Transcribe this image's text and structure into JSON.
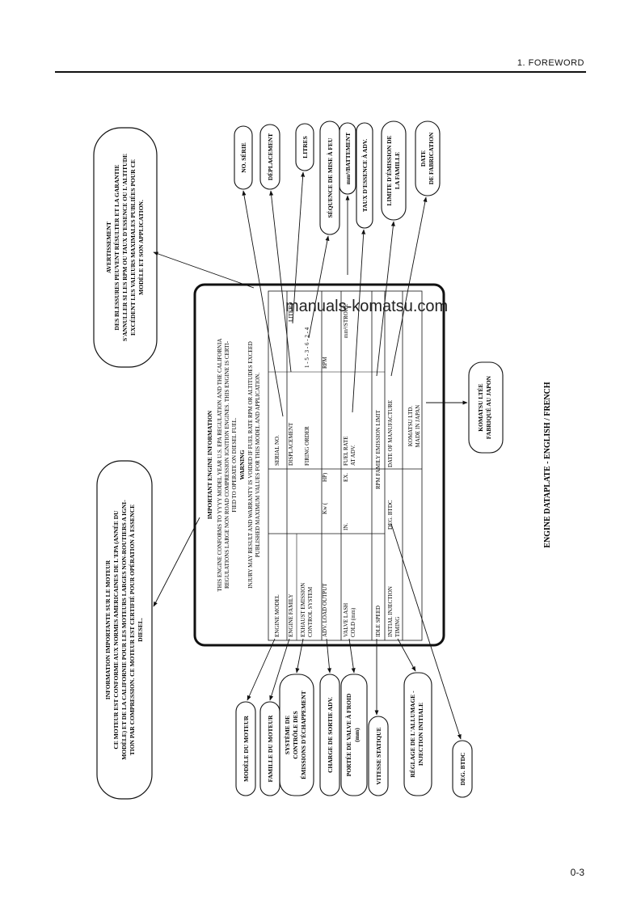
{
  "header": {
    "section": "1.  FOREWORD"
  },
  "watermark": "manuals-komatsu.com",
  "footer": {
    "page": "0-3"
  },
  "caption": "ENGINE DATAPLATE - ENGLISH / FRENCH",
  "plate": {
    "title": "IMPORTANT ENGINE INFORMATION",
    "intro": [
      "THIS ENGINE CONFORMS TO YYYY MODEL YEAR U.S. EPA REGULATION AND THE CALIFORNIA",
      "REGULATIONS LARGE NON ROAD COMPRESSION IGNITION ENGINES. THIS ENGINE IS CERTI-",
      "FIED TO OPERATE ON DIESEL FUEL."
    ],
    "warning_title": "WARNING",
    "warning": [
      "INJURY MAY RESULT AND WARRANTY IS VOIDED IF FUEL RATE RPM OR ALTITUDES EXCEED",
      "PUBLISHED MAXIMUM VALUES FOR THIS MODEL AND APPLICATION."
    ],
    "engine_model": "ENGINE MODEL",
    "serial_no": "SERIAL NO.",
    "engine_family": "ENGINE FAMILY",
    "displacement": "DISPLACEMENT",
    "liters": "LITERS",
    "exhaust_1": "EXHAUST EMISSION",
    "exhaust_2": "CONTROL  SYSTEM",
    "firing_order": "FIRING ORDER",
    "firing_values": "1 - 5 - 3 - 6 - 2 - 4",
    "adv_load": "ADV. LOAD OUTPUT",
    "kw": "Kw   (",
    "hp": "HP)",
    "rpm": "RPM",
    "valve_lash": "VALVE LASH",
    "cold_mm": "COLD (mm)",
    "in": "IN.",
    "ex": "EX.",
    "fuel_rate_1": "FUEL RATE",
    "fuel_rate_2": "AT ADV.",
    "mm3_stroke": "mm³/STROKE",
    "idle_speed": "IDLE SPEED",
    "rpm_family": "RPM FAMILY EMISSION LIMIT",
    "initial_1": "INITIAL INJECTION",
    "initial_2": "TIMING",
    "deg_btdc": "DEG. BTDC",
    "date_mfg": "DATE OF MANUFACTURE",
    "maker_1": "KOMATSU LTD.",
    "maker_2": "MADE IN JAPAN"
  },
  "callouts": {
    "info_fr": [
      "INFORMATION IMPORTANTE SUR LE MOTEUR",
      "CE MOTEUR EST CONFORME AUX NORMES AMERICAINES DE L'EPA (ANNÉE DU",
      "MODÈLE) ET DE LA CALIFORNIE POUR LES MOTEURS LARGES NON-ROUTIERS A IGNI-",
      "TION PAR COMPRESSION.  CE MOTEUR EST CERTIFIÉ POUR OPÉRATION À ESSENCE",
      "DIESEL."
    ],
    "avert_fr": [
      "AVERTISSEMENT",
      "DES BLESSURES PEUVENT RÉSULTER ET LA GARANTIE",
      "S'ANNULLER SI LES RPM OU TAUX D'ESSENCE OU L'ALTITUDE",
      "EXCÉDENT LES VALEURS MAXIMALES PUBLIÉES POUR CE",
      "MODÈLE ET SON APPLICATION."
    ],
    "no_serie": "NO. SÉRIE",
    "deplacement": "DÉPLACEMENT",
    "litres": "LITRES",
    "sequence": "SÉQUENCE DE MISE À FEU",
    "mm3_batt": "mm³/BATTEMENT",
    "taux_ess": "TAUX D'ESSENCE  À ADV.",
    "limite_1": "LIMITE D'ÉMISSION DE",
    "limite_2": "LA FAMILLE",
    "date_1": "DATE",
    "date_2": "DE FABRICATION",
    "komatsu_1": "KOMATSU LTÉE",
    "komatsu_2": "FABRIQUÉ AU JAPON",
    "modele": "MODÈLE DU MOTEUR",
    "famille": "FAMILLE DU MOTEUR",
    "systeme_1": "SYSTÈME DE",
    "systeme_2": "CONTRÔLE DES",
    "systeme_3": "ÉMISSIONS D'ÉCHAPPEMENT",
    "charge": "CHARGE DE SORTIE ADV.",
    "portee_1": "PORTÉE DE VALVE À FROID",
    "portee_2": "(mm)",
    "vitesse": "VITESSE STATIQUE",
    "reglage_1": "RÉGLAGE DE L'ALLUMAGE -",
    "reglage_2": "INJECTION INITIALE",
    "deg": "DEG. BTDC"
  }
}
